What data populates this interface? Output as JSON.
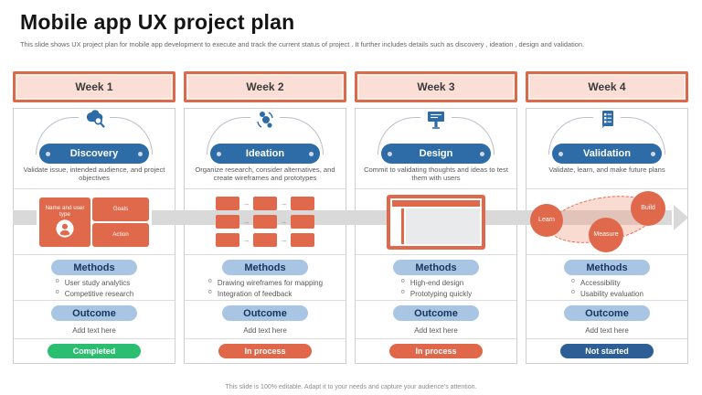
{
  "slide": {
    "title": "Mobile app UX project plan",
    "subtitle": "This slide shows UX project plan for mobile app development to execute and track the current status of project . It further includes details such as discovery , ideation , design and validation.",
    "footer": "This slide is 100% editable. Adapt it to your needs and capture your audience's attention."
  },
  "colors": {
    "accent_orange_border": "#D96A4B",
    "graphic_orange": "#E0684B",
    "week_header_fill": "#FBDFD6",
    "phase_pill_blue": "#2E6CA8",
    "label_pill_light_blue": "#A9C5E4",
    "status_completed_green": "#2BBE71",
    "status_in_process_orange": "#E0674A",
    "status_not_started_blue": "#2E5E96",
    "timeline_gray": "#D9D9D9"
  },
  "columns": [
    {
      "week": "Week 1",
      "phase": "Discovery",
      "icon": "brain-search-icon",
      "description": "Validate issue, intended audience, and project objectives",
      "methods_label": "Methods",
      "methods": [
        "User study analytics",
        "Competitive research"
      ],
      "outcome_label": "Outcome",
      "outcome_text": "Add text here",
      "status": "Completed",
      "status_color": "#2BBE71",
      "graphic": {
        "type": "persona-card",
        "name_cell": "Name and user type",
        "goals_cell": "Goals",
        "action_cell": "Action"
      }
    },
    {
      "week": "Week 2",
      "phase": "Ideation",
      "icon": "idea-cycle-icon",
      "description": "Organize research, consider alternatives, and create wireframes and prototypes",
      "methods_label": "Methods",
      "methods": [
        "Drawing wireframes for mapping",
        "Integration of feedback"
      ],
      "outcome_label": "Outcome",
      "outcome_text": "Add text here",
      "status": "In process",
      "status_color": "#E0674A",
      "graphic": {
        "type": "wireframe-flow-grid"
      }
    },
    {
      "week": "Week 3",
      "phase": "Design",
      "icon": "blueprint-icon",
      "description": "Commit to validating thoughts and ideas to test them with users",
      "methods_label": "Methods",
      "methods": [
        "High-end design",
        "Prototyping quickly"
      ],
      "outcome_label": "Outcome",
      "outcome_text": "Add text here",
      "status": "In process",
      "status_color": "#E0674A",
      "graphic": {
        "type": "browser-mockup"
      }
    },
    {
      "week": "Week 4",
      "phase": "Validation",
      "icon": "checklist-icon",
      "description": "Validate, learn, and make future plans",
      "methods_label": "Methods",
      "methods": [
        "Accessibility",
        "Usability evaluation"
      ],
      "outcome_label": "Outcome",
      "outcome_text": "Add text here",
      "status": "Not started",
      "status_color": "#2E5E96",
      "graphic": {
        "type": "build-measure-learn-loop",
        "learn": "Learn",
        "build": "Build",
        "measure": "Measure"
      }
    }
  ]
}
